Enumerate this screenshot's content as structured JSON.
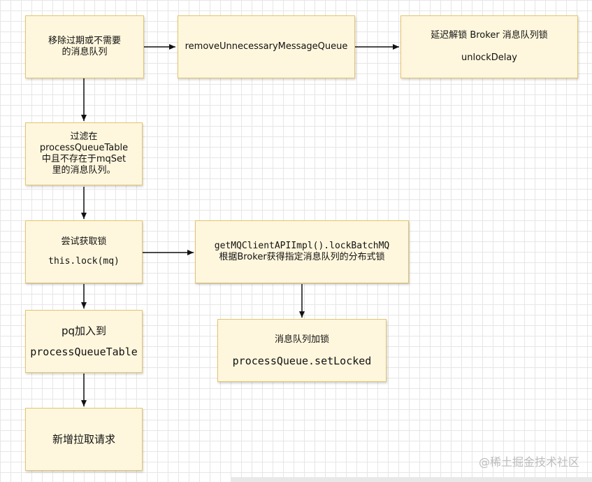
{
  "nodes": {
    "remove_expired": {
      "line1": "移除过期或不需要",
      "line2": "的消息队列"
    },
    "remove_method": {
      "label": "removeUnnecessaryMessageQueue"
    },
    "unlock_delay": {
      "line1": "延迟解锁 Broker 消息队列锁",
      "line2": "unlockDelay"
    },
    "filter_queue": {
      "line1": "过滤在",
      "line2": "processQueueTable",
      "line3": "中且不存在于mqSet",
      "line4": "里的消息队列。"
    },
    "try_lock": {
      "line1": "尝试获取锁",
      "line2": "this.lock(mq)"
    },
    "lock_batch": {
      "line1": "getMQClientAPIImpl().lockBatchMQ",
      "line2": "根据Broker获得指定消息队列的分布式锁"
    },
    "pq_add": {
      "line1": "pq加入到",
      "line2": "processQueueTable"
    },
    "queue_lock": {
      "line1": "消息队列加锁",
      "line2": "processQueue.setLocked"
    },
    "new_pull": {
      "label": "新增拉取请求"
    }
  },
  "watermark": "@稀土掘金技术社区"
}
